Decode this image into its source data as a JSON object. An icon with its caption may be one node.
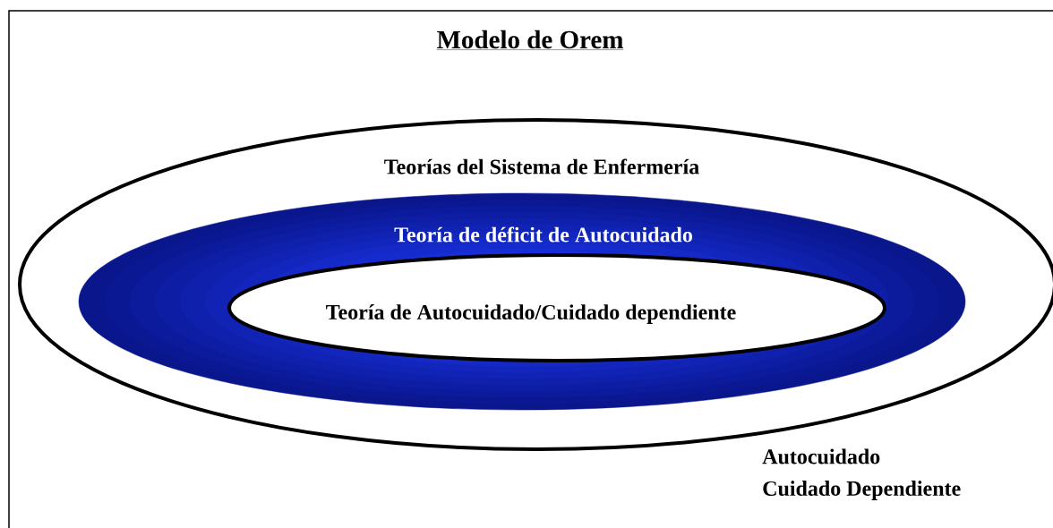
{
  "diagram": {
    "title": "Modelo de Orem",
    "nodes": [
      {
        "text": [
          "Teorías del Sistema de Enfermería"
        ]
      },
      {
        "text": [
          "Teoría de déficit de Autocuidado"
        ],
        "in": 0
      },
      {
        "text": [
          "Teoría de Autocuidado/Cuidado dependiente"
        ],
        "in": 1
      }
    ],
    "labels": [
      "Autocuidado",
      "Cuidado Dependiente"
    ]
  }
}
